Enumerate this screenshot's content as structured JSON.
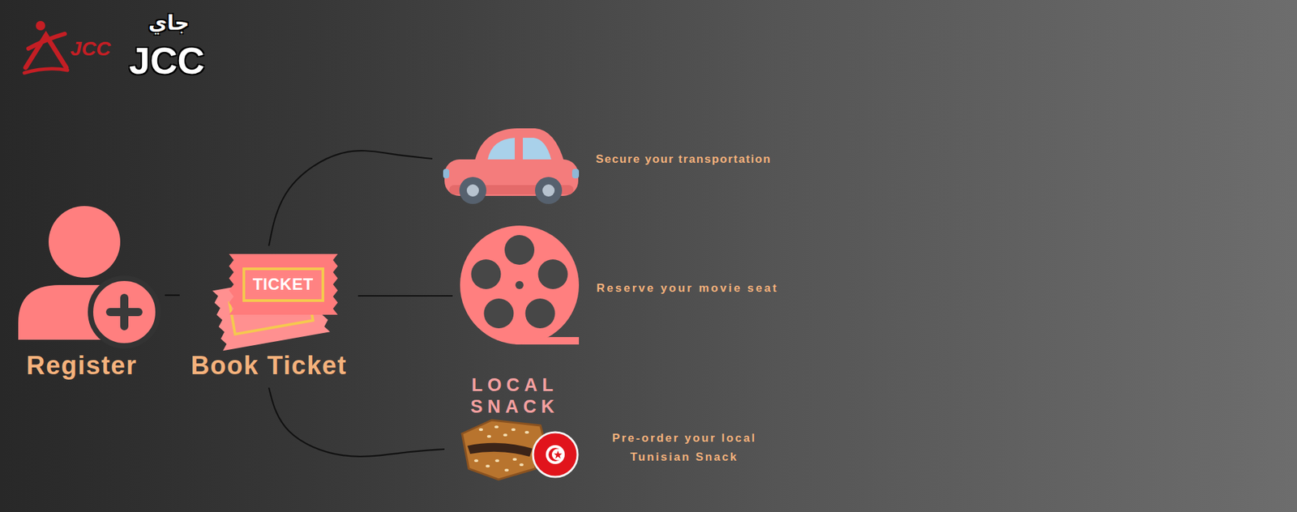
{
  "diagram": {
    "nodes": [
      {
        "text": [
          "Register"
        ]
      },
      {
        "text": [
          "Book Ticket"
        ]
      },
      {
        "text": [
          "Secure your transportation"
        ]
      },
      {
        "text": [
          "Reserve your movie seat"
        ]
      },
      {
        "text": [
          "Pre-order your local Tunisian Snack"
        ]
      }
    ],
    "edges": [
      {
        "from": 0,
        "to": 1,
        "arrow": "none"
      },
      {
        "from": 1,
        "to": 2,
        "arrow": "none"
      },
      {
        "from": 1,
        "to": 3,
        "arrow": "none"
      },
      {
        "from": 1,
        "to": 4,
        "arrow": "none"
      }
    ],
    "labels": [
      "JCC",
      "جاي",
      "JCC",
      "TICKET",
      "LOCAL SNACK"
    ]
  }
}
